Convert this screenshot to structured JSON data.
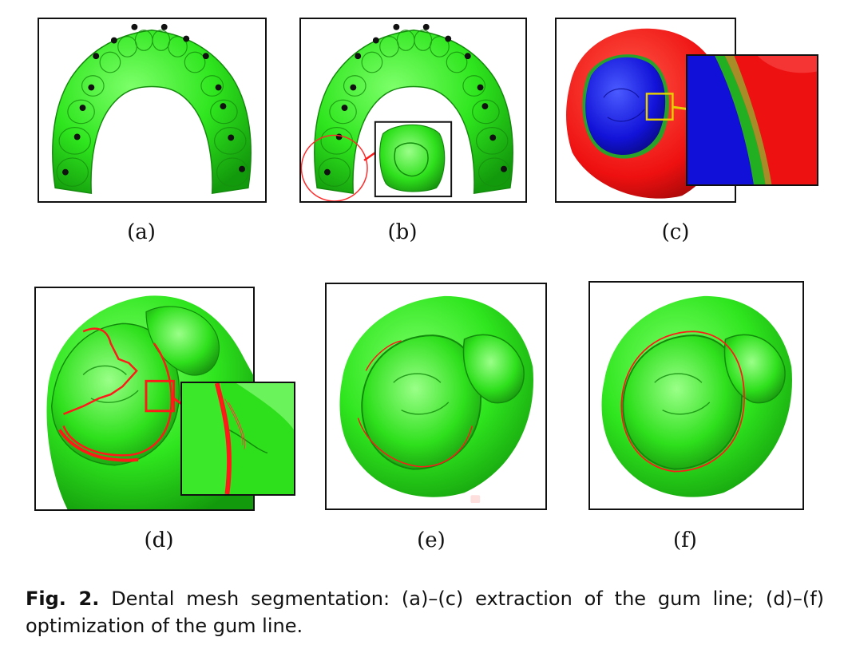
{
  "figure": {
    "panels": [
      {
        "id": "a",
        "label": "(a)",
        "content": "dental-arch-with-landmarks"
      },
      {
        "id": "b",
        "label": "(b)",
        "content": "dental-arch-with-tooth-zoom"
      },
      {
        "id": "c",
        "label": "(c)",
        "content": "segmented-tooth-with-boundary-inset"
      },
      {
        "id": "d",
        "label": "(d)",
        "content": "tooth-with-noisy-gum-line-inset"
      },
      {
        "id": "e",
        "label": "(e)",
        "content": "tooth-with-partial-gum-line"
      },
      {
        "id": "f",
        "label": "(f)",
        "content": "tooth-with-optimized-gum-line"
      }
    ],
    "colors": {
      "mesh": "#33ee22",
      "mesh_dark": "#1a9a10",
      "gum_line": "#ff1a1a",
      "tooth_segment": "#1010e0",
      "gum_segment": "#ee1111",
      "highlight_box": "#e8d000",
      "landmark": "#111111"
    }
  },
  "caption": {
    "fig_label": "Fig. 2.",
    "text": " Dental mesh segmentation: (a)–(c) extraction of the gum line; (d)–(f) optimization of the gum line."
  }
}
